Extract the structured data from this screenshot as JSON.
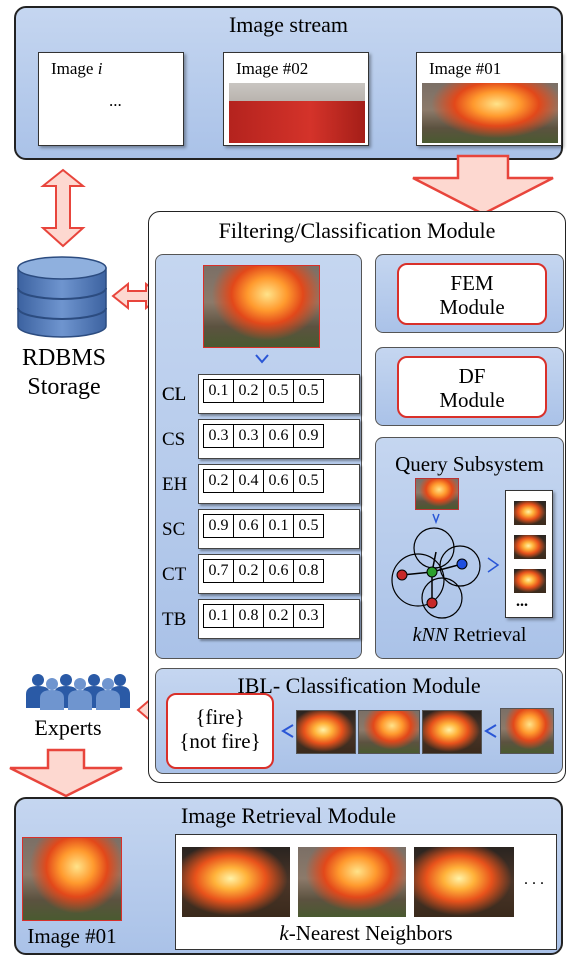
{
  "image_stream": {
    "title": "Image stream",
    "image_i_prefix": "Image ",
    "image_i_var": "i",
    "image_i_dots": "...",
    "image_02": "Image #02",
    "image_01": "Image #01"
  },
  "storage": {
    "line1": "RDBMS",
    "line2": "Storage"
  },
  "filtering": {
    "title": "Filtering/Classification Module",
    "fem": {
      "line1": "FEM",
      "line2": "Module"
    },
    "df": {
      "line1": "DF",
      "line2": "Module"
    },
    "features": [
      {
        "label": "CL",
        "values": [
          "0.1",
          "0.2",
          "0.5",
          "0.5"
        ]
      },
      {
        "label": "CS",
        "values": [
          "0.3",
          "0.3",
          "0.6",
          "0.9"
        ]
      },
      {
        "label": "EH",
        "values": [
          "0.2",
          "0.4",
          "0.6",
          "0.5"
        ]
      },
      {
        "label": "SC",
        "values": [
          "0.9",
          "0.6",
          "0.1",
          "0.5"
        ]
      },
      {
        "label": "CT",
        "values": [
          "0.7",
          "0.2",
          "0.6",
          "0.8"
        ]
      },
      {
        "label": "TB",
        "values": [
          "0.1",
          "0.8",
          "0.2",
          "0.3"
        ]
      }
    ],
    "query": {
      "title": "Query Subsystem",
      "retrieval_var": "kNN",
      "retrieval_text": " Retrieval",
      "dots": "..."
    }
  },
  "ibl": {
    "title": "IBL- Classification Module",
    "class1": "{fire}",
    "class2": "{not fire}"
  },
  "experts": {
    "label": "Experts"
  },
  "retrieval": {
    "title": "Image Retrieval Module",
    "image_label": "Image #01",
    "knn_var": "k",
    "knn_text": "-Nearest Neighbors",
    "dots": ". . ."
  },
  "colors": {
    "panel_blue": "#b3c9ec",
    "arrow_red": "#e8453c",
    "arrow_fill": "#fdd8d0",
    "accent_blue": "#2a56d6",
    "db_blue": "#4a74b0"
  }
}
